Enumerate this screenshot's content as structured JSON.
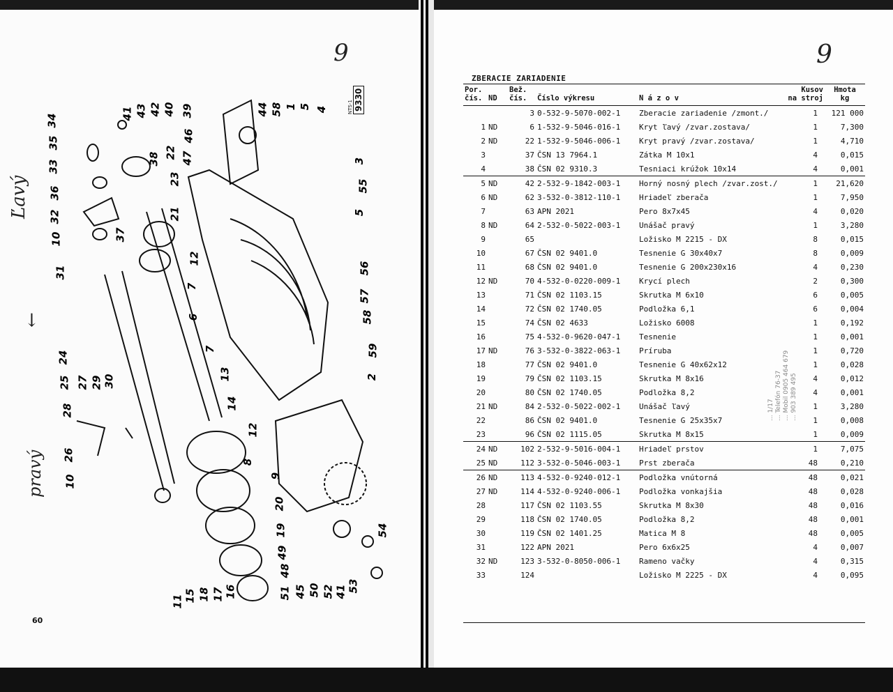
{
  "left_page": {
    "page_number": "60",
    "handwritten_page_mark": "9",
    "handwritten_left": "Ľavý",
    "handwritten_right": "pravý",
    "drawing_code": "9330",
    "drawing_subcode": "NTS-1",
    "callouts": [
      "34",
      "35",
      "33",
      "36",
      "32",
      "10",
      "37",
      "31",
      "41",
      "43",
      "42",
      "40",
      "39",
      "38",
      "22",
      "23",
      "21",
      "12",
      "7",
      "6",
      "47",
      "46",
      "44",
      "58",
      "1",
      "5",
      "4",
      "3",
      "55",
      "5",
      "24",
      "25",
      "27",
      "29",
      "30",
      "28",
      "26",
      "10",
      "13",
      "14",
      "7",
      "12",
      "8",
      "9",
      "56",
      "57",
      "58",
      "59",
      "2",
      "20",
      "19",
      "49",
      "48",
      "51",
      "45",
      "50",
      "52",
      "41",
      "53",
      "54",
      "11",
      "15",
      "18",
      "17",
      "16"
    ]
  },
  "right_page": {
    "handwritten_page_mark": "9",
    "title": "ZBERACIE ZARIADENIE",
    "headers": {
      "por": "Por.\nčís.",
      "nd": "ND",
      "bez": "Bež.\nčís.",
      "cislo": "Číslo výkresu",
      "nazov": "N á z o v",
      "kusov": "Kusov\nna stroj",
      "hmota": "Hmota\nkg"
    },
    "rows": [
      {
        "por": "",
        "nd": "",
        "bez": "3",
        "cislo": "0-532-9-5070-002-1",
        "nazov": "Zberacie zariadenie /zmont./",
        "kusov": "1",
        "hmota": "121 000"
      },
      {
        "por": "1",
        "nd": "ND",
        "bez": "6",
        "cislo": "1-532-9-5046-016-1",
        "nazov": "Kryt ľavý /zvar.zostava/",
        "kusov": "1",
        "hmota": "7,300"
      },
      {
        "por": "2",
        "nd": "ND",
        "bez": "22",
        "cislo": "1-532-9-5046-006-1",
        "nazov": "Kryt pravý /zvar.zostava/",
        "kusov": "1",
        "hmota": "4,710"
      },
      {
        "por": "3",
        "nd": "",
        "bez": "37",
        "cislo": "ČSN 13 7964.1",
        "nazov": "Zátka M 10x1",
        "kusov": "4",
        "hmota": "0,015"
      },
      {
        "por": "4",
        "nd": "",
        "bez": "38",
        "cislo": "ČSN 02 9310.3",
        "nazov": "Tesniaci krúžok 10x14",
        "kusov": "4",
        "hmota": "0,001"
      },
      {
        "por": "5",
        "nd": "ND",
        "bez": "42",
        "cislo": "2-532-9-1842-003-1",
        "nazov": "Horný nosný plech /zvar.zost./",
        "kusov": "1",
        "hmota": "21,620"
      },
      {
        "por": "6",
        "nd": "ND",
        "bez": "62",
        "cislo": "3-532-0-3812-110-1",
        "nazov": "Hriadeľ zberača",
        "kusov": "1",
        "hmota": "7,950"
      },
      {
        "por": "7",
        "nd": "",
        "bez": "63",
        "cislo": "APN 2021",
        "nazov": "Pero 8x7x45",
        "kusov": "4",
        "hmota": "0,020"
      },
      {
        "por": "8",
        "nd": "ND",
        "bez": "64",
        "cislo": "2-532-0-5022-003-1",
        "nazov": "Unášač pravý",
        "kusov": "1",
        "hmota": "3,280"
      },
      {
        "por": "9",
        "nd": "",
        "bez": "65",
        "cislo": "",
        "nazov": "Ložisko M 2215 - DX",
        "kusov": "8",
        "hmota": "0,015"
      },
      {
        "por": "10",
        "nd": "",
        "bez": "67",
        "cislo": "ČSN 02 9401.0",
        "nazov": "Tesnenie G 30x40x7",
        "kusov": "8",
        "hmota": "0,009"
      },
      {
        "por": "11",
        "nd": "",
        "bez": "68",
        "cislo": "ČSN 02 9401.0",
        "nazov": "Tesnenie G 200x230x16",
        "kusov": "4",
        "hmota": "0,230"
      },
      {
        "por": "12",
        "nd": "ND",
        "bez": "70",
        "cislo": "4-532-0-0220-009-1",
        "nazov": "Krycí plech",
        "kusov": "2",
        "hmota": "0,300"
      },
      {
        "por": "13",
        "nd": "",
        "bez": "71",
        "cislo": "ČSN 02 1103.15",
        "nazov": "Skrutka M 6x10",
        "kusov": "6",
        "hmota": "0,005"
      },
      {
        "por": "14",
        "nd": "",
        "bez": "72",
        "cislo": "ČSN 02 1740.05",
        "nazov": "Podložka 6,1",
        "kusov": "6",
        "hmota": "0,004"
      },
      {
        "por": "15",
        "nd": "",
        "bez": "74",
        "cislo": "ČSN 02 4633",
        "nazov": "Ložisko 6008",
        "kusov": "1",
        "hmota": "0,192"
      },
      {
        "por": "16",
        "nd": "",
        "bez": "75",
        "cislo": "4-532-0-9620-047-1",
        "nazov": "Tesnenie",
        "kusov": "1",
        "hmota": "0,001"
      },
      {
        "por": "17",
        "nd": "ND",
        "bez": "76",
        "cislo": "3-532-0-3822-063-1",
        "nazov": "Príruba",
        "kusov": "1",
        "hmota": "0,720"
      },
      {
        "por": "18",
        "nd": "",
        "bez": "77",
        "cislo": "ČSN 02 9401.0",
        "nazov": "Tesnenie G 40x62x12",
        "kusov": "1",
        "hmota": "0,028"
      },
      {
        "por": "19",
        "nd": "",
        "bez": "79",
        "cislo": "ČSN 02 1103.15",
        "nazov": "Skrutka M 8x16",
        "kusov": "4",
        "hmota": "0,012"
      },
      {
        "por": "20",
        "nd": "",
        "bez": "80",
        "cislo": "ČSN 02 1740.05",
        "nazov": "Podložka 8,2",
        "kusov": "4",
        "hmota": "0,001"
      },
      {
        "por": "21",
        "nd": "ND",
        "bez": "84",
        "cislo": "2-532-0-5022-002-1",
        "nazov": "Unášač ľavý",
        "kusov": "1",
        "hmota": "3,280"
      },
      {
        "por": "22",
        "nd": "",
        "bez": "86",
        "cislo": "ČSN 02 9401.0",
        "nazov": "Tesnenie G 25x35x7",
        "kusov": "1",
        "hmota": "0,008"
      },
      {
        "por": "23",
        "nd": "",
        "bez": "96",
        "cislo": "ČSN 02 1115.05",
        "nazov": "Skrutka M 8x15",
        "kusov": "1",
        "hmota": "0,009"
      },
      {
        "por": "24",
        "nd": "ND",
        "bez": "102",
        "cislo": "2-532-9-5016-004-1",
        "nazov": "Hriadeľ prstov",
        "kusov": "1",
        "hmota": "7,075"
      },
      {
        "por": "25",
        "nd": "ND",
        "bez": "112",
        "cislo": "3-532-0-5046-003-1",
        "nazov": "Prst zberača",
        "kusov": "48",
        "hmota": "0,210"
      },
      {
        "por": "26",
        "nd": "ND",
        "bez": "113",
        "cislo": "4-532-0-9240-012-1",
        "nazov": "Podložka vnútorná",
        "kusov": "48",
        "hmota": "0,021"
      },
      {
        "por": "27",
        "nd": "ND",
        "bez": "114",
        "cislo": "4-532-0-9240-006-1",
        "nazov": "Podložka vonkajšia",
        "kusov": "48",
        "hmota": "0,028"
      },
      {
        "por": "28",
        "nd": "",
        "bez": "117",
        "cislo": "ČSN 02 1103.55",
        "nazov": "Skrutka M 8x30",
        "kusov": "48",
        "hmota": "0,016"
      },
      {
        "por": "29",
        "nd": "",
        "bez": "118",
        "cislo": "ČSN 02 1740.05",
        "nazov": "Podložka 8,2",
        "kusov": "48",
        "hmota": "0,001"
      },
      {
        "por": "30",
        "nd": "",
        "bez": "119",
        "cislo": "ČSN 02 1401.25",
        "nazov": "Matica M 8",
        "kusov": "48",
        "hmota": "0,005"
      },
      {
        "por": "31",
        "nd": "",
        "bez": "122",
        "cislo": "APN 2021",
        "nazov": "Pero 6x6x25",
        "kusov": "4",
        "hmota": "0,007"
      },
      {
        "por": "32",
        "nd": "ND",
        "bez": "123",
        "cislo": "3-532-0-8050-006-1",
        "nazov": "Rameno vačky",
        "kusov": "4",
        "hmota": "0,315"
      },
      {
        "por": "33",
        "nd": "",
        "bez": "124",
        "cislo": "",
        "nazov": "Ložisko M 2225 - DX",
        "kusov": "4",
        "hmota": "0,095"
      }
    ],
    "separator_rows": [
      5,
      24,
      26
    ],
    "stamp_text": "... 1/17\n... Telefón 76-37\n... Mobil 0905 464 679\n... 903 389 495"
  }
}
